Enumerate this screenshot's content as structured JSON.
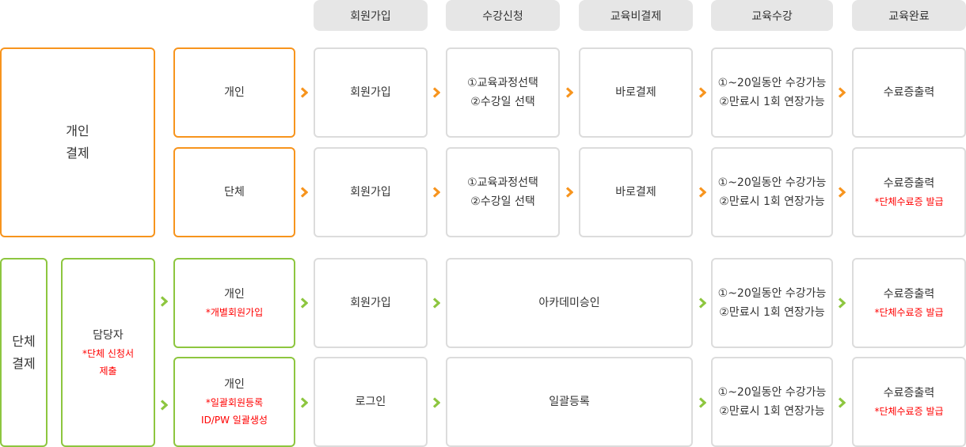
{
  "header": [
    "회원가입",
    "수강신청",
    "교육비결제",
    "교육수강",
    "교육완료"
  ],
  "colors": {
    "orange": "#f7941d",
    "green": "#8dc63f",
    "border": "#dcdcdc",
    "pill": "#e6e6e6",
    "note": "#ff0000"
  },
  "individual": {
    "label_1": "개인",
    "label_2": "결제",
    "rows": [
      {
        "type": "개인",
        "join": "회원가입",
        "course_1": "①교육과정선택",
        "course_2": "②수강일 선택",
        "pay": "바로결제",
        "study_1": "①~20일동안 수강가능",
        "study_2": "②만료시 1회 연장가능",
        "done": "수료증출력",
        "done_note": ""
      },
      {
        "type": "단체",
        "join": "회원가입",
        "course_1": "①교육과정선택",
        "course_2": "②수강일 선택",
        "pay": "바로결제",
        "study_1": "①~20일동안 수강가능",
        "study_2": "②만료시 1회 연장가능",
        "done": "수료증출력",
        "done_note": "*단체수료증 발급"
      }
    ]
  },
  "group": {
    "label_1": "단체",
    "label_2": "결제",
    "manager": "담당자",
    "manager_note_1": "*단체 신청서",
    "manager_note_2": "제출",
    "rows": [
      {
        "type": "개인",
        "type_note_1": "*개별회원가입",
        "type_note_2": "",
        "join": "회원가입",
        "approve": "아카데미승인",
        "study_1": "①~20일동안 수강가능",
        "study_2": "②만료시 1회 연장가능",
        "done": "수료증출력",
        "done_note": "*단체수료증 발급"
      },
      {
        "type": "개인",
        "type_note_1": "*일괄회원등록",
        "type_note_2": "ID/PW 일괄생성",
        "join": "로그인",
        "approve": "일괄등록",
        "study_1": "①~20일동안 수강가능",
        "study_2": "②만료시 1회 연장가능",
        "done": "수료증출력",
        "done_note": "*단체수료증 발급"
      }
    ]
  }
}
